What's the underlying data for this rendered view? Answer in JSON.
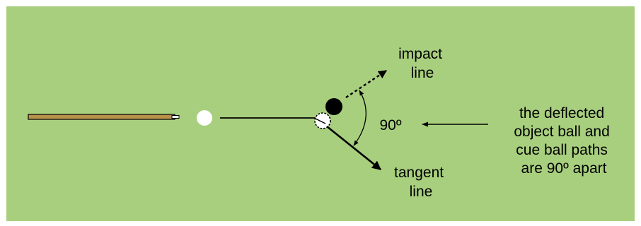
{
  "colors": {
    "background": "#ffffff",
    "felt": "#a8cf7e",
    "cue_shaft": "#b8914a",
    "cue_tip": "#ffffff",
    "cue_ball": "#ffffff",
    "object_ball": "#000000",
    "lines": "#000000"
  },
  "labels": {
    "impact_line": [
      "impact",
      "line"
    ],
    "angle": "90º",
    "note": [
      "the deflected",
      "object ball and",
      "cue ball paths",
      "are 90º apart"
    ],
    "tangent_line": [
      "tangent",
      "line"
    ]
  }
}
